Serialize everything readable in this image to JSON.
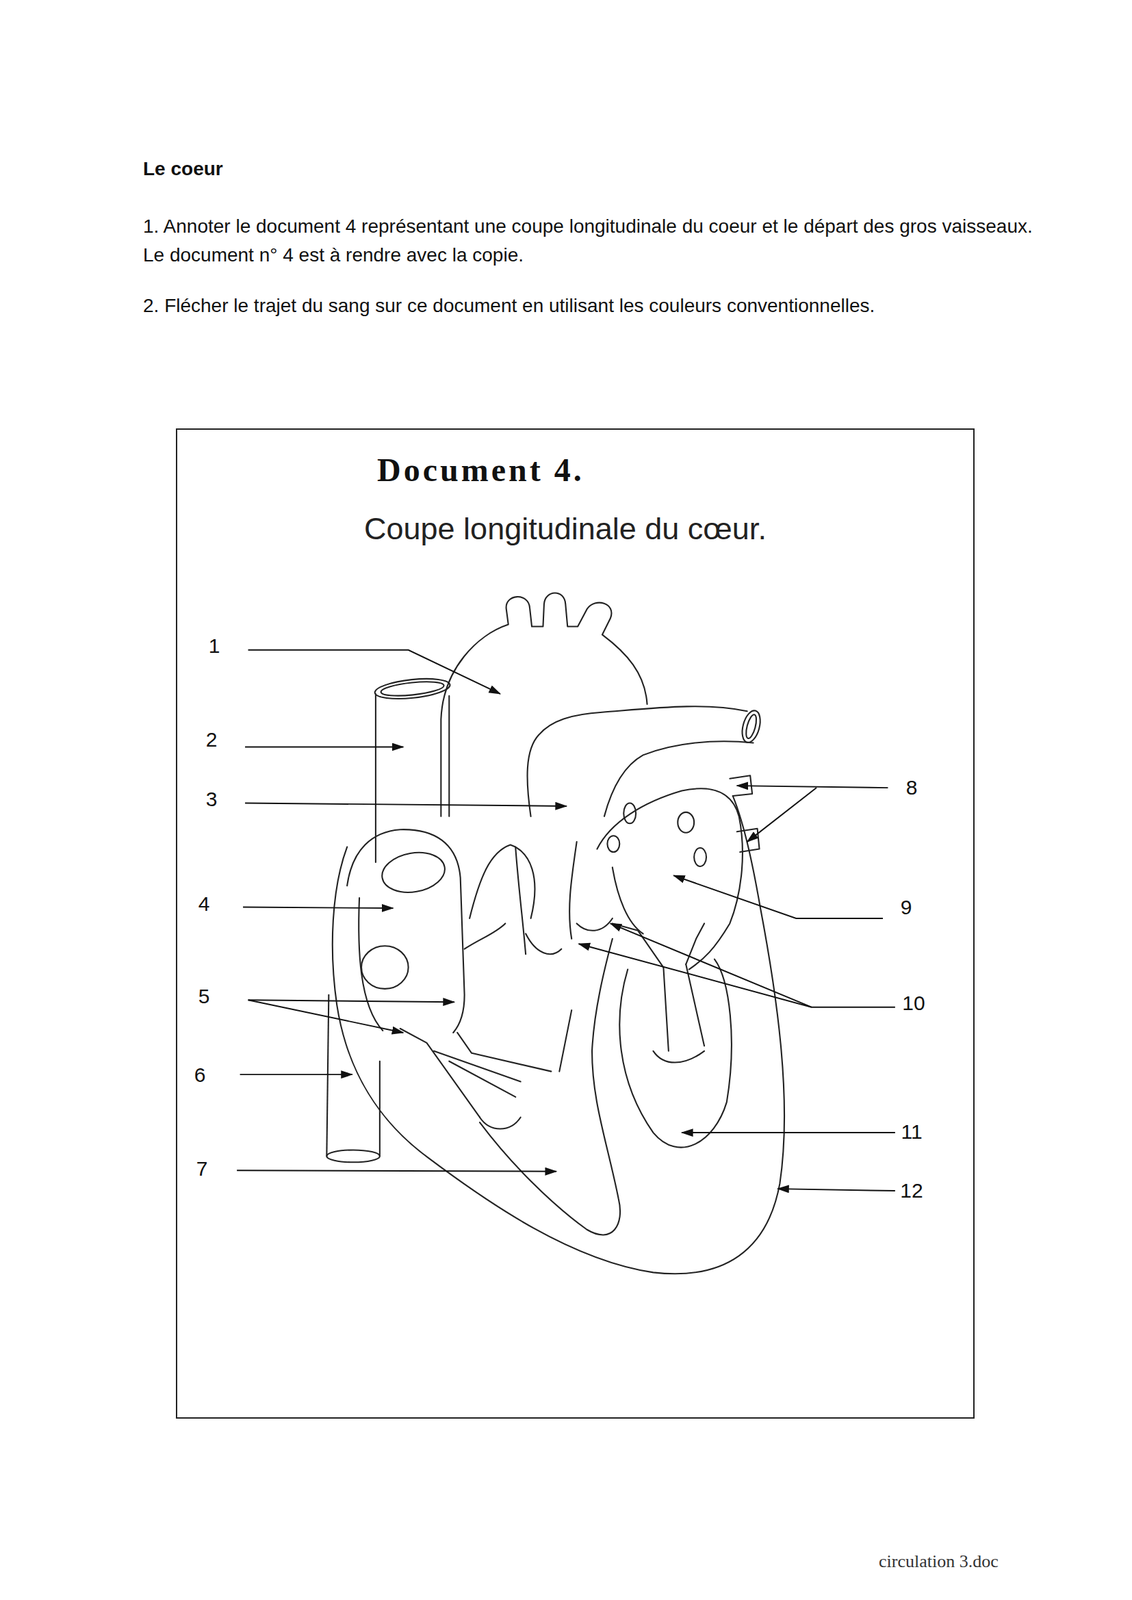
{
  "diagram": {
    "title": "Le coeur",
    "nodes": [
      {
        "text": [
          "Document 4.",
          "Coupe longitudinale du cœur."
        ]
      }
    ],
    "labels": [
      "1. Annoter le document 4 représentant une coupe longitudinale du coeur et le départ des gros vaisseaux. Le document n° 4 est à rendre avec la copie.",
      "2. Flécher le trajet du sang sur ce document en utilisant les couleurs conventionnelles.",
      "1",
      "2",
      "3",
      "4",
      "5",
      "6",
      "7",
      "8",
      "9",
      "10",
      "11",
      "12",
      "circulation 3.doc"
    ]
  }
}
